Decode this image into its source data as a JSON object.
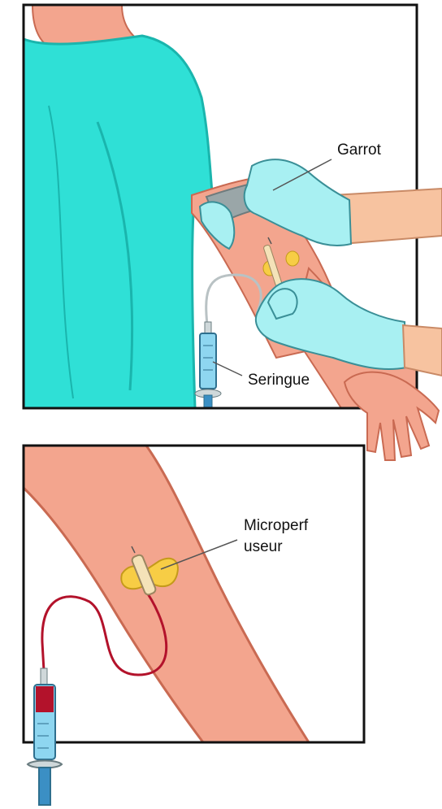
{
  "labels": {
    "tourniquet": "Garrot",
    "syringe": "Seringue",
    "needle_line1": "Microperf",
    "needle_line2": "useur"
  },
  "colors": {
    "shirt": "#2fe0d6",
    "shirt_shadow": "#1ab5ad",
    "skin": "#f3a58e",
    "skin_outline": "#c96a52",
    "glove": "#a8f0f2",
    "glove_outline": "#3a8f97",
    "tourniquet": "#9aa6a8",
    "needle_wings": "#f7cd45",
    "blood": "#b3122b",
    "syringe_barrel": "#8ed6f0",
    "frame": "#111111"
  },
  "icons": {
    "top_panel": "blood-draw-scene",
    "bottom_panel": "arm-close-up",
    "syringe": "syringe-icon",
    "needle": "butterfly-needle-icon"
  }
}
